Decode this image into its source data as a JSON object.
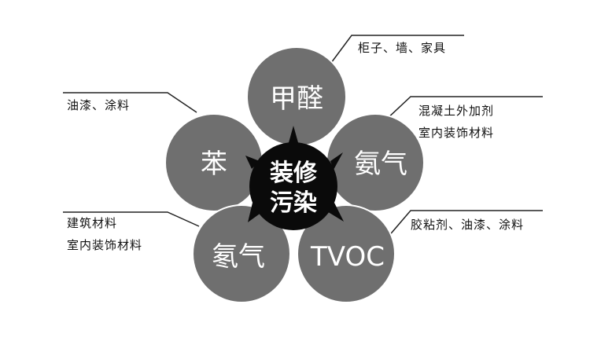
{
  "center": {
    "line1": "装修",
    "line2": "污染"
  },
  "pollutants": [
    {
      "name": "甲醛",
      "sources": [
        "柜子、墙、家具"
      ]
    },
    {
      "name": "苯",
      "sources": [
        "油漆、涂料"
      ]
    },
    {
      "name": "氨气",
      "sources": [
        "混凝土外加剂",
        "室内装饰材料"
      ]
    },
    {
      "name": "氡气",
      "sources": [
        "建筑材料",
        "室内装饰材料"
      ]
    },
    {
      "name": "TVOC",
      "sources": [
        "胶粘剂、油漆、涂料"
      ]
    }
  ],
  "colors": {
    "circle": "#6f6f6f",
    "center": "#0a0a0a",
    "line": "#222222"
  }
}
